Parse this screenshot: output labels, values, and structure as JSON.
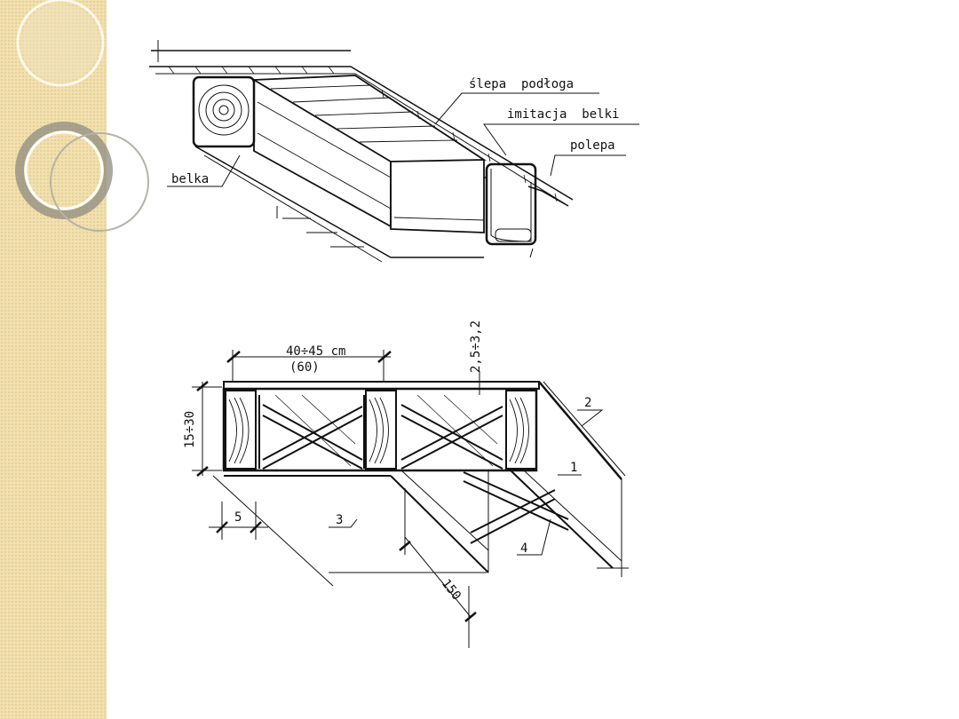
{
  "theme": {
    "sidebar_color": "#f1e0b0",
    "ink": "#111111",
    "background": "#ffffff"
  },
  "top_figure": {
    "labels": {
      "slepa_podloga": "ślepa  podłoga",
      "imitacja_belki": "imitacja  belki",
      "polepa": "polepa",
      "belka": "belka"
    }
  },
  "bottom_figure": {
    "dimensions": {
      "spacing": "40÷45 cm",
      "spacing_alt": "(60)",
      "board_thickness": "2,5÷3,2",
      "beam_height": "15÷30",
      "gap": "5",
      "length": "150"
    },
    "callouts": {
      "c1": "1",
      "c2": "2",
      "c3": "3",
      "c4": "4"
    }
  }
}
